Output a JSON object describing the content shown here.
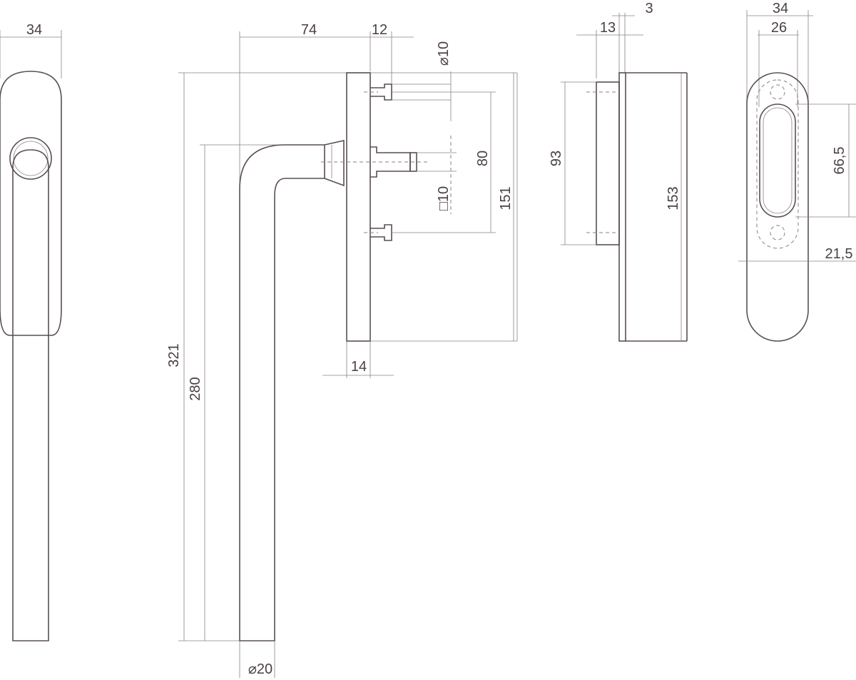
{
  "dimensions": {
    "front_width": "34",
    "side_offset_74": "74",
    "side_offset_12": "12",
    "spindle_diameter": "⌀10",
    "pin_spacing": "80",
    "square_spindle": "□10",
    "rose_height": "151",
    "overall_height": "321",
    "lever_length": "280",
    "rose_thickness": "14",
    "grip_diameter": "⌀20",
    "rosette_offset_13": "13",
    "rosette_offset_3": "3",
    "rosette_inner_height": "93",
    "rosette_height": "153",
    "plate_width": "34",
    "hole_spacing": "26",
    "slot_length": "66,5",
    "slot_depth": "21,5"
  },
  "colors": {
    "line": "#5a4f52",
    "thin": "#8a8084",
    "text": "#4a4045"
  }
}
